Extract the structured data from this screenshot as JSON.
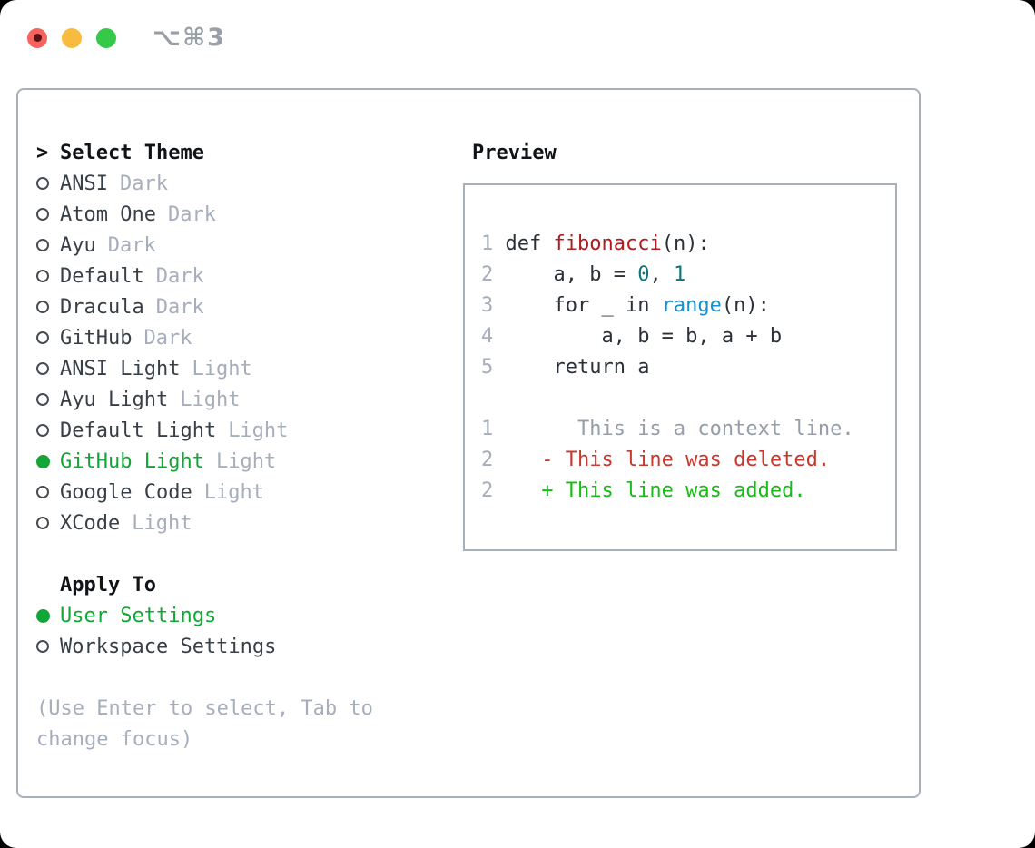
{
  "titlebar": {
    "title": "⌥⌘3"
  },
  "theme_menu": {
    "prompt": ">",
    "header": "Select Theme",
    "items": [
      {
        "name": "ANSI",
        "tag": "Dark",
        "selected": false
      },
      {
        "name": "Atom One",
        "tag": "Dark",
        "selected": false
      },
      {
        "name": "Ayu",
        "tag": "Dark",
        "selected": false
      },
      {
        "name": "Default",
        "tag": "Dark",
        "selected": false
      },
      {
        "name": "Dracula",
        "tag": "Dark",
        "selected": false
      },
      {
        "name": "GitHub",
        "tag": "Dark",
        "selected": false
      },
      {
        "name": "ANSI Light",
        "tag": "Light",
        "selected": false
      },
      {
        "name": "Ayu Light",
        "tag": "Light",
        "selected": false
      },
      {
        "name": "Default Light",
        "tag": "Light",
        "selected": false
      },
      {
        "name": "GitHub Light",
        "tag": "Light",
        "selected": true
      },
      {
        "name": "Google Code",
        "tag": "Light",
        "selected": false
      },
      {
        "name": "XCode",
        "tag": "Light",
        "selected": false
      }
    ]
  },
  "apply_to": {
    "header": "Apply To",
    "items": [
      {
        "name": "User Settings",
        "selected": true
      },
      {
        "name": "Workspace Settings",
        "selected": false
      }
    ]
  },
  "hint_lines": [
    "(Use Enter to select, Tab to",
    "change focus)"
  ],
  "preview": {
    "header": "Preview",
    "lines": [
      {
        "num": "1",
        "tokens": [
          [
            " def ",
            "kw"
          ],
          [
            "fibonacci",
            "fn"
          ],
          [
            "(n):",
            "pl"
          ]
        ]
      },
      {
        "num": "2",
        "tokens": [
          [
            "     a, b = ",
            "pl"
          ],
          [
            "0",
            "lit"
          ],
          [
            ", ",
            "pl"
          ],
          [
            "1",
            "lit"
          ]
        ]
      },
      {
        "num": "3",
        "tokens": [
          [
            "     for _ in ",
            "pl"
          ],
          [
            "range",
            "bi"
          ],
          [
            "(n):",
            "pl"
          ]
        ]
      },
      {
        "num": "4",
        "tokens": [
          [
            "         a, b = b, a + b",
            "pl"
          ]
        ]
      },
      {
        "num": "5",
        "tokens": [
          [
            "     return a",
            "pl"
          ]
        ]
      },
      {
        "num": "",
        "tokens": []
      },
      {
        "num": "1",
        "tokens": [
          [
            "       This is a context line.",
            "ctx"
          ]
        ]
      },
      {
        "num": "2",
        "tokens": [
          [
            "    - This line was deleted.",
            "del"
          ]
        ]
      },
      {
        "num": "2",
        "tokens": [
          [
            "    + This line was added.",
            "add"
          ]
        ]
      }
    ]
  },
  "colors": {
    "selection_green": "#12a636",
    "added_green": "#17bc17",
    "deleted_red": "#c7392c",
    "function_red": "#b11b1e",
    "literal_teal": "#0b747c",
    "builtin_blue": "#1591d2",
    "code_text": "#2b3138",
    "list_text": "#383f46",
    "heading_text": "#101418",
    "muted_gray": "#a6aebb",
    "context_gray": "#959ea8",
    "line_number_gray": "#a6aebb",
    "panel_border": "#a9b0ba",
    "titlebar_text": "#989fa7",
    "light_red": "#f4635d",
    "light_yellow": "#f7bc3f",
    "light_green": "#35c849"
  }
}
